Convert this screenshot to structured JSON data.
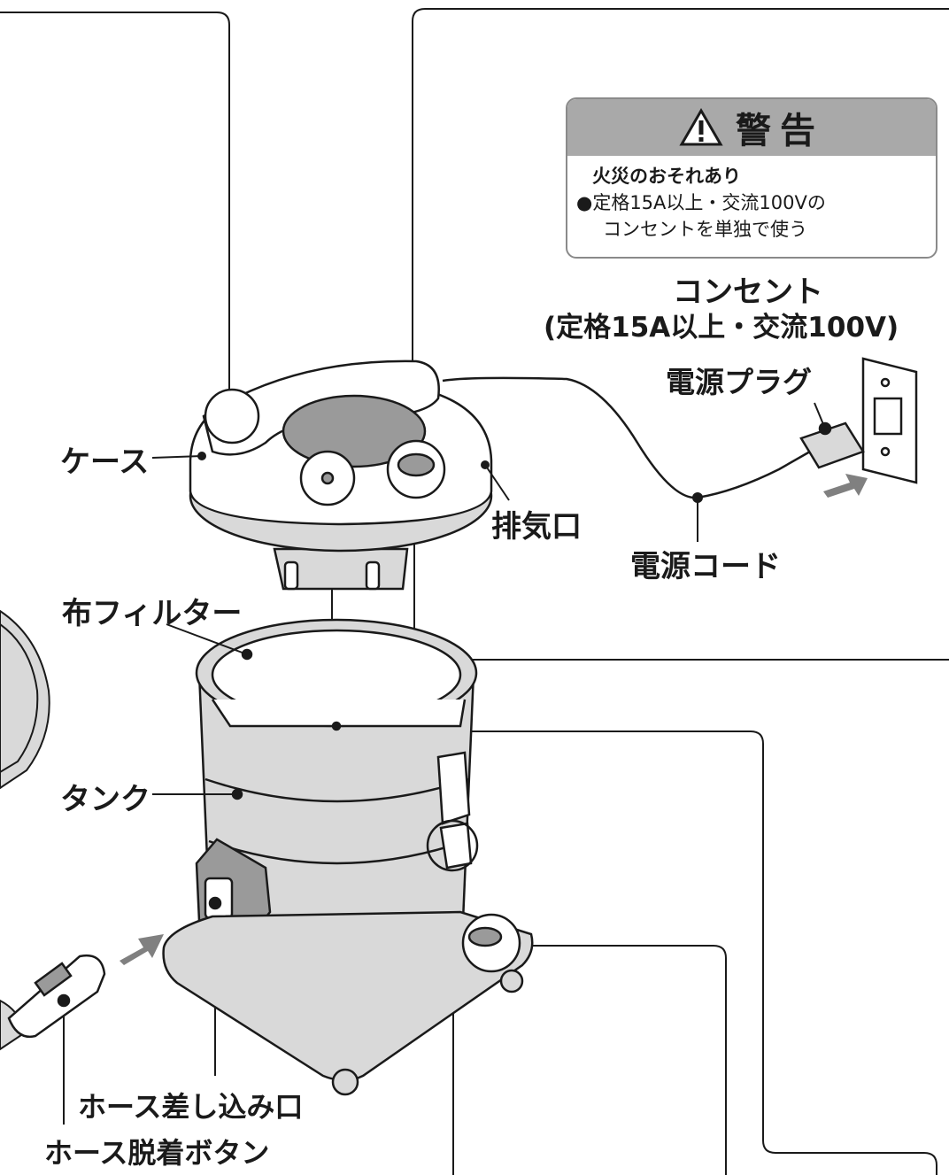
{
  "warning": {
    "title": "警告",
    "subtitle": "火災のおそれあり",
    "line1": "●定格15A以上・交流100Vの",
    "line2": "コンセントを単独で使う",
    "icon": "warning-triangle-icon"
  },
  "labels": {
    "outlet_title": "コンセント",
    "outlet_spec": "(定格15A以上・交流100V)",
    "power_plug": "電源プラグ",
    "case": "ケース",
    "exhaust": "排気口",
    "power_cord": "電源コード",
    "cloth_filter": "布フィルター",
    "tank": "タンク",
    "hose_inlet": "ホース差し込み口",
    "hose_release_button": "ホース脱着ボタン"
  },
  "colors": {
    "line": "#1a1a1a",
    "fill_gray": "#a9a9a9",
    "fill_light": "#d9d9d9",
    "fill_mid": "#9a9a9a"
  }
}
